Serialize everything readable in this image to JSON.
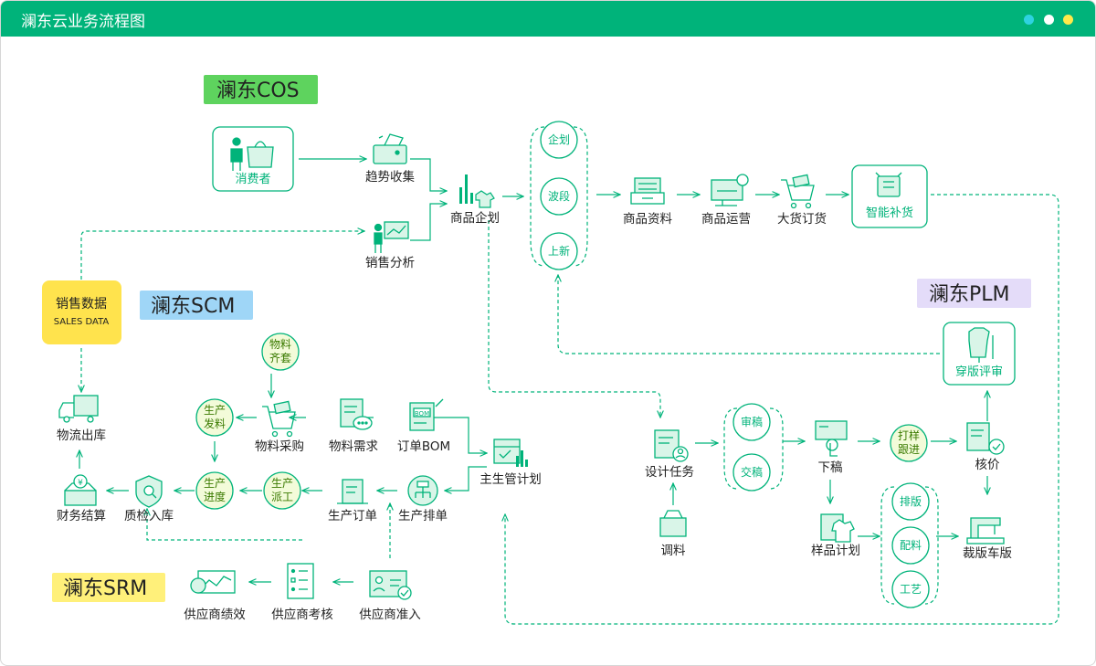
{
  "app_title": "澜东云业务流程图",
  "window_dots": [
    "#2ed2e0",
    "#ffffff",
    "#ffe94a"
  ],
  "colors": {
    "brand": "#00b37a",
    "cos": "#5ed35e",
    "scm": "#9fd6f7",
    "plm": "#e4dcf9",
    "srm": "#fff07a",
    "sales": "#ffe34d",
    "badge": "#f3fbd9"
  },
  "sections": {
    "cos": "澜东COS",
    "scm": "澜东SCM",
    "plm": "澜东PLM",
    "srm": "澜东SRM"
  },
  "sales_data": {
    "title": "销售数据",
    "subtitle": "SALES DATA"
  },
  "nodes": {
    "consumer": "消费者",
    "trend": "趋势收集",
    "sales_analysis": "销售分析",
    "product_plan": "商品企划",
    "plan": "企划",
    "wave": "波段",
    "launch": "上新",
    "product_data": "商品资料",
    "product_ops": "商品运营",
    "bulk_order": "大货订货",
    "smart_replenish": "智能补货",
    "fit_review": "穿版评审",
    "material_ready": [
      "物料",
      "齐套"
    ],
    "prod_issue": [
      "生产",
      "发料"
    ],
    "prod_progress": [
      "生产",
      "进度"
    ],
    "prod_dispatch": [
      "生产",
      "派工"
    ],
    "logistics_out": "物流出库",
    "finance": "财务结算",
    "qc_in": "质检入库",
    "material_purchase": "物料采购",
    "material_demand": "物料需求",
    "order_bom": "订单BOM",
    "master_plan": "主生管计划",
    "prod_order": "生产订单",
    "prod_schedule": "生产排单",
    "design_task": "设计任务",
    "review": "审稿",
    "deliver": "交稿",
    "release": "下稿",
    "sample_plan": "样品计划",
    "sample_track": [
      "打样",
      "跟进"
    ],
    "costing": "核价",
    "layout": "排版",
    "accessories": "配料",
    "craft": "工艺",
    "cut_sew": "裁版车版",
    "material_adjust": "调料",
    "supplier_perf": "供应商绩效",
    "supplier_eval": "供应商考核",
    "supplier_access": "供应商准入"
  },
  "icon_labels": {
    "bom": "BOM"
  }
}
